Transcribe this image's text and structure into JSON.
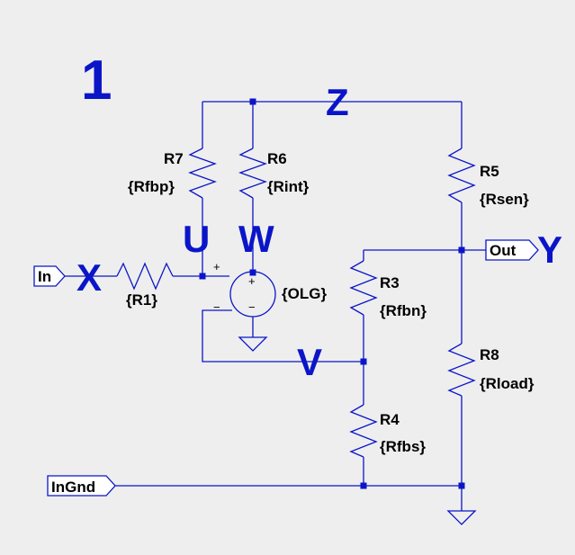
{
  "diagram_number": "1",
  "node_letters": {
    "x": "X",
    "u": "U",
    "w": "W",
    "v": "V",
    "z": "Z",
    "y": "Y"
  },
  "ports": {
    "in": "In",
    "out": "Out",
    "ingnd": "InGnd"
  },
  "resistors": {
    "r1": {
      "name": "",
      "value": "{R1}"
    },
    "r7": {
      "name": "R7",
      "value": "{Rfbp}"
    },
    "r6": {
      "name": "R6",
      "value": "{Rint}"
    },
    "r5": {
      "name": "R5",
      "value": "{Rsen}"
    },
    "r3": {
      "name": "R3",
      "value": "{Rfbn}"
    },
    "r8": {
      "name": "R8",
      "value": "{Rload}"
    },
    "r4": {
      "name": "R4",
      "value": "{Rfbs}"
    }
  },
  "source": {
    "value": "{OLG}",
    "pos_sign": "+",
    "neg_sign": "−"
  },
  "colors": {
    "wire": "#0b15c8",
    "background": "#eeeeee",
    "text": "#000000"
  }
}
